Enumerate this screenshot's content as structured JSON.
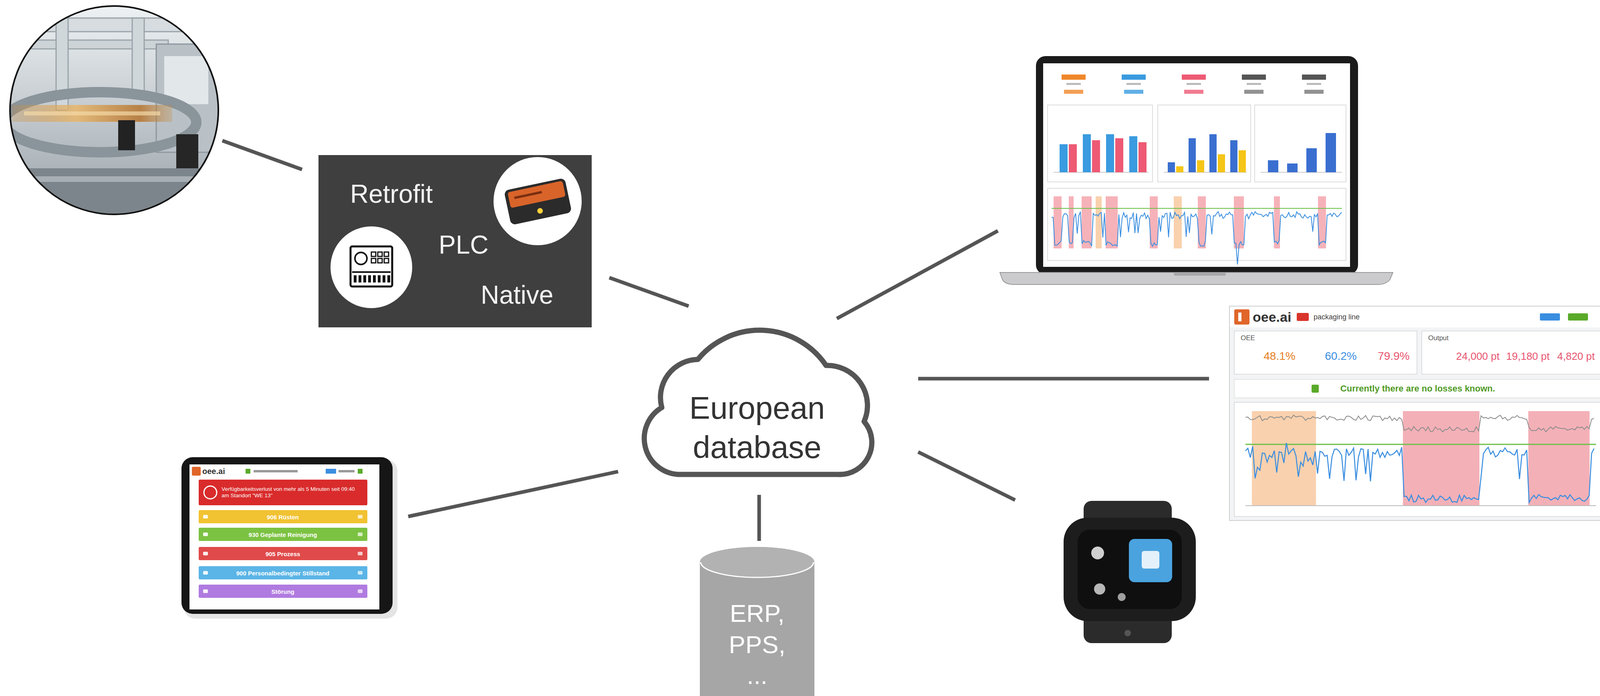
{
  "diagram": {
    "nodes": [
      {
        "text": [
          "Retrofit",
          "PLC",
          "Native"
        ]
      },
      {
        "text": [
          "European database"
        ]
      },
      {
        "text": [
          "oee.ai",
          "packaging line",
          "OEE",
          "48.1%",
          "60.2%",
          "79.9%",
          "Output",
          "24,000 pt",
          "19,180 pt",
          "4,820 pt",
          "Currently there are no losses known."
        ]
      },
      {
        "text": [
          "oee.ai",
          "Verfügbarkeitsverlust von mehr als 5 Minuten seit 09:40 am Standort \"WE 13\"",
          "906 Rüsten",
          "930 Geplante Reinigung",
          "905 Prozess",
          "900 Personalbedingter Stillstand",
          "Störung"
        ]
      },
      {
        "text": [
          "ERP, PPS, ..."
        ]
      }
    ],
    "edges": [
      {
        "from": 0,
        "to": 1,
        "arrow": "none"
      },
      {
        "from": 1,
        "to": 2,
        "arrow": "none"
      },
      {
        "from": 3,
        "to": 1,
        "arrow": "none"
      },
      {
        "from": 1,
        "to": 4,
        "arrow": "none"
      }
    ]
  }
}
